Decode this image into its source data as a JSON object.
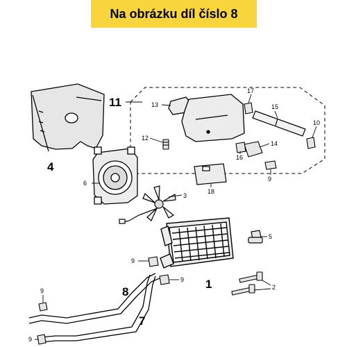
{
  "header": {
    "title": "Na obrázku díl číslo 8"
  },
  "parts": {
    "p1": "1",
    "p2": "2",
    "p3": "3",
    "p4": "4",
    "p5": "5",
    "p6": "6",
    "p7": "7",
    "p8": "8",
    "p9": "9",
    "p10": "10",
    "p11": "11",
    "p12": "12",
    "p13": "13",
    "p14": "14",
    "p15": "15",
    "p16": "16",
    "p17": "17",
    "p18": "18"
  },
  "colors": {
    "banner": "#f8d53d",
    "ink": "#000000",
    "shade": "#d9d9d9"
  }
}
